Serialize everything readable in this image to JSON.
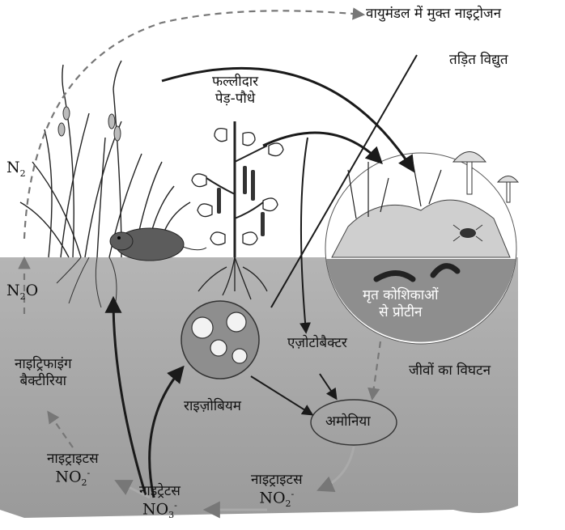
{
  "labels": {
    "free_nitrogen": "वायुमंडल में मुक्त नाइट्रोजन",
    "lightning": "तड़ित विद्युत",
    "legumes_line1": "फल्लीदार",
    "legumes_line2": "पेड़-पौधे",
    "n2_base": "N",
    "n2_sub": "2",
    "n2o_n": "N",
    "n2o_sub": "2",
    "n2o_o": "O",
    "denitrifying_line1": "नाइट्रिफाइंग",
    "denitrifying_line2": "बैक्टीरिया",
    "dead_cells_line1": "मृत कोशिकाओं",
    "dead_cells_line2": "से प्रोटीन",
    "azotobacter": "एज़ोटोबैक्टर",
    "decomposition": "जीवों का विघटन",
    "rhizobium": "राइज़ोबियम",
    "ammonia": "अमोनिया",
    "nitrites_left": "नाइट्राइटस",
    "no2_left_base": "NO",
    "no2_left_sub": "2",
    "no2_left_sup": "-",
    "nitrates": "नाइट्रेटस",
    "no3_base": "NO",
    "no3_sub": "3",
    "no3_sup": "-",
    "nitrites_right": "नाइट्राइटस",
    "no2_right_base": "NO",
    "no2_right_sub": "2",
    "no2_right_sup": "-"
  },
  "colors": {
    "soil": "#a9a9a9",
    "sky": "#ffffff",
    "arrow": "#1a1a1a",
    "dashed_arrow": "#777777",
    "circle_fill": "#8e8e8e"
  },
  "icons": [
    "grass",
    "mouse",
    "legume-plant",
    "root-nodule",
    "mushroom",
    "insect",
    "worm"
  ]
}
